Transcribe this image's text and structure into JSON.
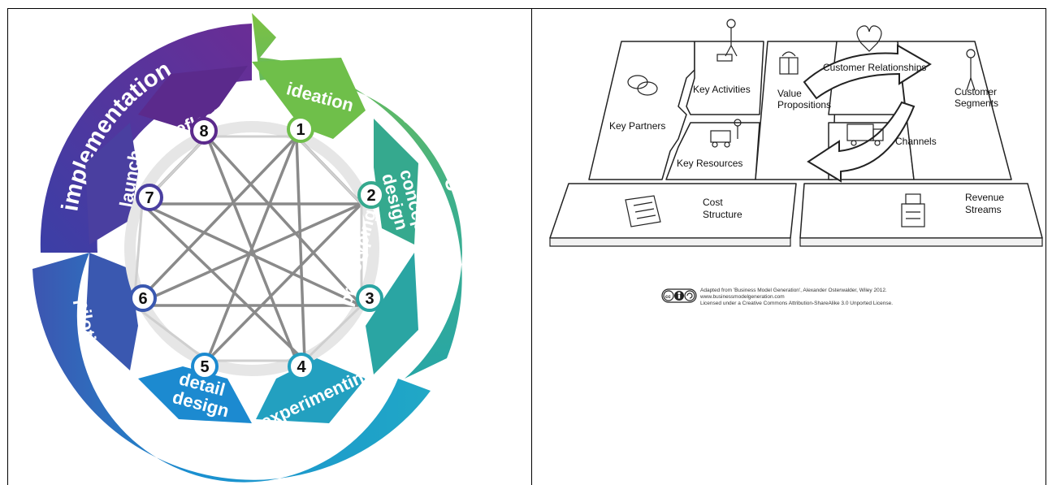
{
  "cycle_diagram": {
    "outer_stages": {
      "implementation": "implementation",
      "concept_design": "concept design",
      "detail_design": "detail design"
    },
    "steps": [
      {
        "number": "1",
        "label": "ideation"
      },
      {
        "number": "2",
        "label": "concept\ndesign"
      },
      {
        "number": "3",
        "label": "prototyping"
      },
      {
        "number": "4",
        "label": "experimenting"
      },
      {
        "number": "5",
        "label": "detail\ndesign"
      },
      {
        "number": "6",
        "label": "piloting"
      },
      {
        "number": "7",
        "label": "launch"
      },
      {
        "number": "8",
        "label": "reflection"
      }
    ],
    "colors": {
      "purple": "#5b2a8c",
      "violet": "#4a3fa0",
      "blue": "#1a8fd0",
      "teal": "#2aa79b",
      "green": "#7dc142"
    }
  },
  "business_model_canvas": {
    "blocks": {
      "key_partners": "Key Partners",
      "key_activities": "Key Activities",
      "key_resources": "Key Resources",
      "value_propositions": "Value\nPropositions",
      "customer_relationships": "Customer Relationships",
      "channels": "Channels",
      "customer_segments": "Customer\nSegments",
      "cost_structure": "Cost\nStructure",
      "revenue_streams": "Revenue\nStreams"
    },
    "credit": {
      "line1": "Adapted from 'Business Model Generation', Alexander Osterwalder, Wiley 2012.",
      "line2": "www.businessmodelgeneration.com",
      "line3": "Licensed under a Creative Commons Attribution-ShareAlike 3.0 Unported License."
    },
    "cc_badge": "cc-by-sa-icon"
  }
}
